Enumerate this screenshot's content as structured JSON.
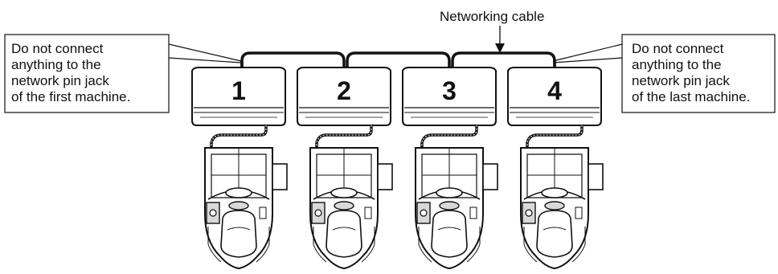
{
  "cable_label": "Networking cable",
  "left_note": {
    "lines": [
      "Do not connect",
      "anything to the",
      "network pin jack",
      "of the first machine."
    ]
  },
  "right_note": {
    "lines": [
      "Do not connect",
      "anything to the",
      "network pin jack",
      "of the last machine."
    ]
  },
  "machines": [
    {
      "number": "1"
    },
    {
      "number": "2"
    },
    {
      "number": "3"
    },
    {
      "number": "4"
    }
  ],
  "colors": {
    "line": "#111111",
    "fill": "#ffffff",
    "shade": "#d9d9d9"
  }
}
